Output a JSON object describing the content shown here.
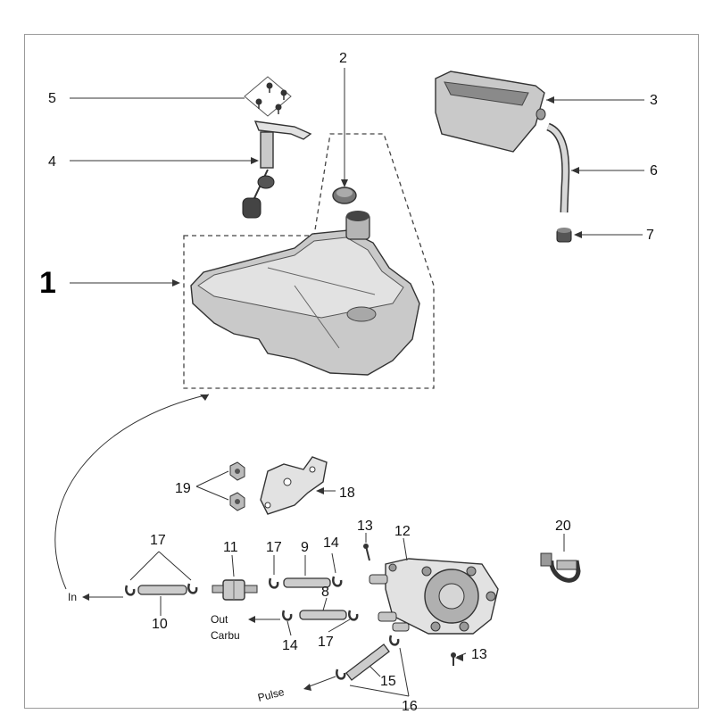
{
  "callouts": {
    "c1": "1",
    "c2": "2",
    "c3": "3",
    "c4": "4",
    "c5": "5",
    "c6": "6",
    "c7": "7",
    "c8": "8",
    "c9": "9",
    "c10": "10",
    "c11": "11",
    "c12": "12",
    "c13a": "13",
    "c13b": "13",
    "c14a": "14",
    "c14b": "14",
    "c15": "15",
    "c16": "16",
    "c17a": "17",
    "c17b": "17",
    "c17c": "17",
    "c18": "18",
    "c19": "19",
    "c20": "20"
  },
  "flow_labels": {
    "in": "In",
    "out": "Out",
    "carbu": "Carbu",
    "pulse": "Pulse"
  },
  "colors": {
    "line": "#333333",
    "part_fill": "#c9c9c9",
    "frame": "#9a9a9a"
  }
}
